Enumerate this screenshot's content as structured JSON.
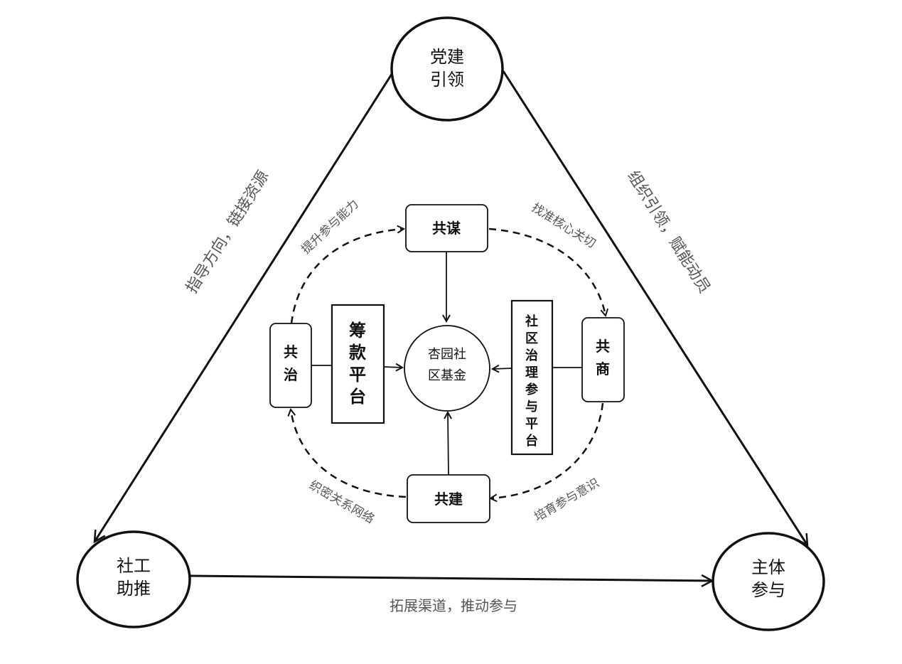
{
  "nodes": {
    "top": [
      "党建",
      "引领"
    ],
    "left": [
      "社工",
      "助推"
    ],
    "right": [
      "主体",
      "参与"
    ],
    "center": [
      "杏园社",
      "区基金"
    ],
    "gongmou": "共谋",
    "gongshang": [
      "共",
      "商"
    ],
    "gongjian": "共建",
    "gongzhi": [
      "共",
      "治"
    ],
    "chou_kuan": [
      "筹",
      "款",
      "平",
      "台"
    ],
    "shequ": [
      "社",
      "区",
      "治",
      "理",
      "参",
      "与",
      "平",
      "台"
    ]
  },
  "edges": {
    "left_side": "指导方向，链接资源",
    "right_side": "组织引领，赋能动员",
    "bottom_side": "拓展渠道，推动参与",
    "top_left_arc": "提升参与能力",
    "top_right_arc": "找准核心关切",
    "bottom_right_arc": "培育参与意识",
    "bottom_left_arc": "织密关系网络"
  }
}
